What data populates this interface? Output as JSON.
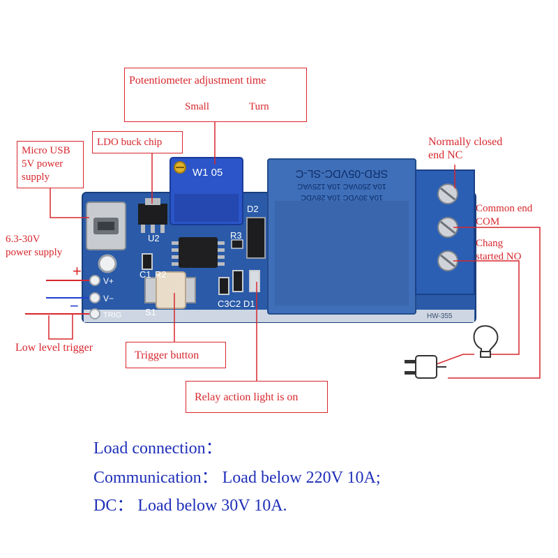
{
  "callouts": {
    "potentiometer": "Potentiometer adjustment time",
    "small": "Small",
    "turn": "Turn",
    "ldo": "LDO buck chip",
    "micro_usb": "Micro USB\n5V power\nsupply",
    "power_supply": "6.3-30V\npower supply",
    "low_level_trigger": "Low level trigger",
    "trigger_button": "Trigger button",
    "relay_light": "Relay action light is on",
    "nc": "Normally closed\nend NC",
    "com": "Common end\nCOM",
    "no": "Chang\nstarted NO"
  },
  "polarity": {
    "plus": "+",
    "minus": "−"
  },
  "board": {
    "relay_model": "SRD-05VDC-SL-C",
    "relay_rating_1": "10A 250VAC  10A 125VAC",
    "relay_rating_2": "10A 30VDC   10A 28VDC",
    "pot_code": "W1 05",
    "pin_vplus": "V+",
    "pin_vminus": "V−",
    "pin_trig": "TRIG",
    "silk_u2": "U2",
    "silk_d2": "D2",
    "silk_r3": "R3",
    "silk_c1": "C1",
    "silk_r2": "R2",
    "silk_s1": "S1",
    "silk_c3c2d1": "C3C2 D1",
    "silk_model": "HW-355"
  },
  "notes": {
    "title": "Load connection：",
    "ac": "Communication： Load below 220V 10A;",
    "dc": "DC： Load below 30V 10A."
  },
  "colors": {
    "label_red": "#d7262c",
    "note_blue": "#1f2fb8",
    "pcb_blue": "#2a5aa8",
    "relay_blue": "#3f6fb8",
    "wire_blue": "#1f3fd0"
  }
}
